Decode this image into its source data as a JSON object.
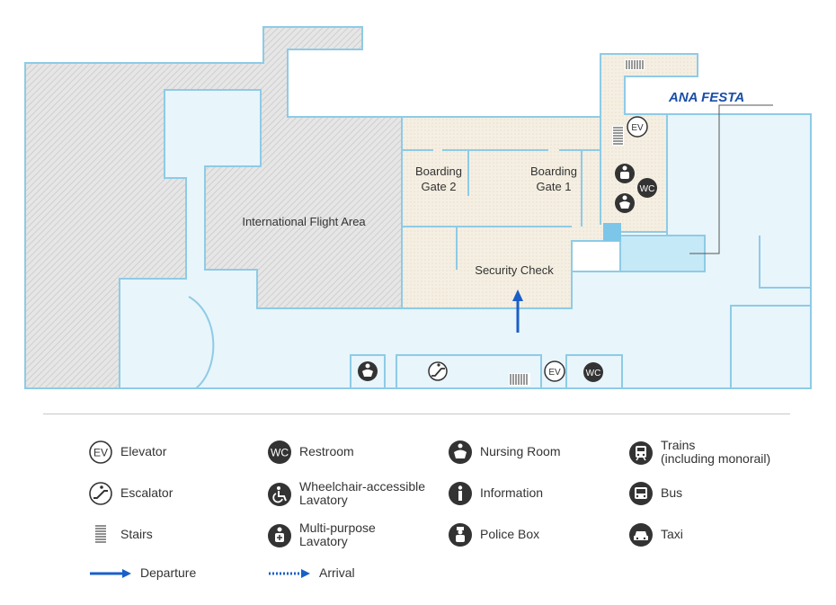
{
  "map": {
    "area_labels": {
      "international": "International Flight Area",
      "gate2": [
        "Boarding",
        "Gate 2"
      ],
      "gate1": [
        "Boarding",
        "Gate 1"
      ],
      "security": "Security Check"
    },
    "brand": "ANA FESTA",
    "icon_text": {
      "ev": "EV",
      "wc": "WC"
    },
    "colors": {
      "hall_fill": "#e8f5fb",
      "hall_stroke": "#8ecbe6",
      "restricted_hatch": "#d6d6d6",
      "departure_area": "#f4ede0",
      "shop_fill": "#c6e9f7",
      "arrow": "#1a5fc8",
      "brand": "#1a4ea8"
    }
  },
  "legend": {
    "elevator": "Elevator",
    "restroom": "Restroom",
    "nursing": "Nursing Room",
    "trains": "Trains\n (including monorail)",
    "escalator": "Escalator",
    "wheelchair": "Wheelchair-accessible\nLavatory",
    "information": "Information",
    "bus": "Bus",
    "stairs": "Stairs",
    "multipurpose": "Multi-purpose\nLavatory",
    "police": "Police Box",
    "taxi": "Taxi",
    "departure": "Departure",
    "arrival": "Arrival"
  }
}
